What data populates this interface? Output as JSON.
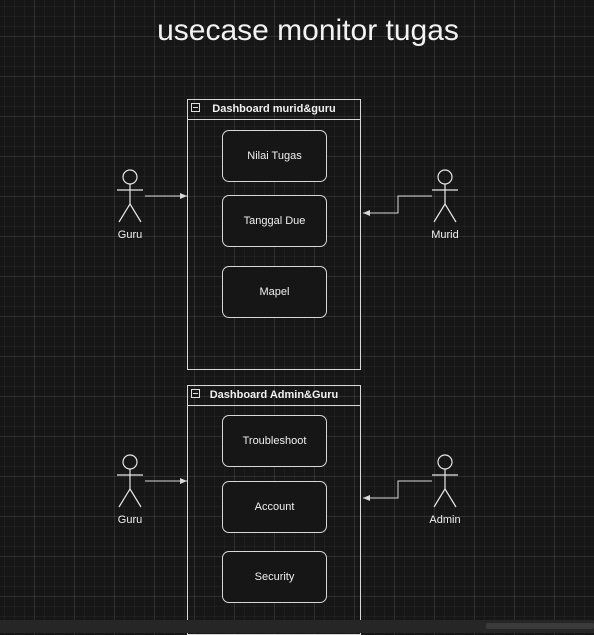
{
  "diagram": {
    "title": "usecase monitor tugas",
    "groups": [
      {
        "name": "Dashboard murid&guru",
        "actors_left": [
          "Guru"
        ],
        "actors_right": [
          "Murid"
        ],
        "usecases": [
          "Nilai Tugas",
          "Tanggal Due",
          "Mapel"
        ]
      },
      {
        "name": "Dashboard Admin&Guru",
        "actors_left": [
          "Guru"
        ],
        "actors_right": [
          "Admin"
        ],
        "usecases": [
          "Troubleshoot",
          "Account",
          "Security"
        ]
      }
    ]
  },
  "colors": {
    "background": "#161616",
    "stroke": "#d8d8d8",
    "text": "#f0f0f0"
  }
}
